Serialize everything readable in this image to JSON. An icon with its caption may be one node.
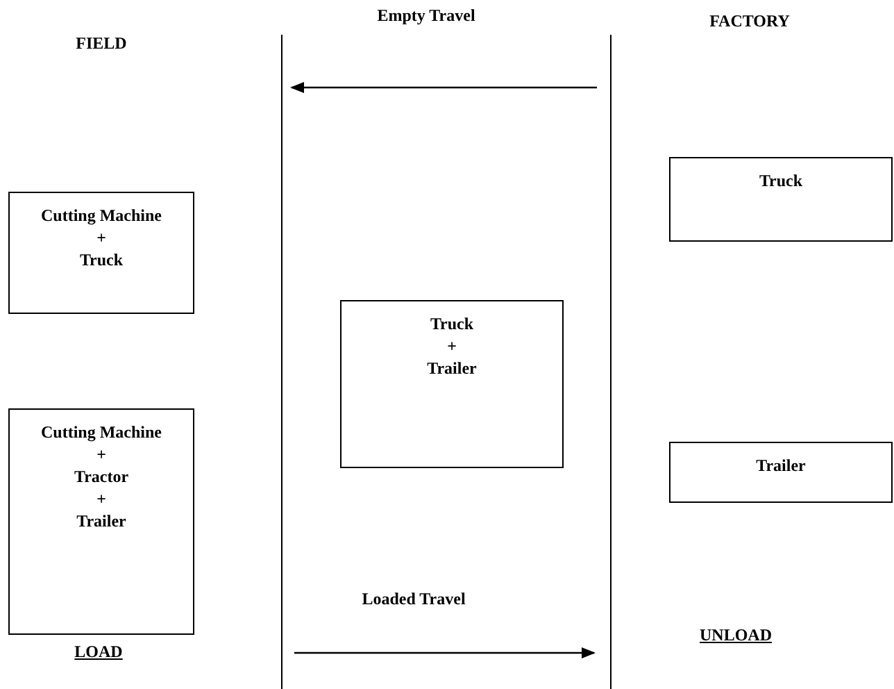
{
  "diagram": {
    "nodes": [
      {
        "text": [
          "Cutting Machine + Truck"
        ]
      },
      {
        "text": [
          "Cutting Machine + Tractor + Trailer"
        ]
      },
      {
        "text": [
          "Truck + Trailer"
        ]
      },
      {
        "text": [
          "Truck"
        ]
      },
      {
        "text": [
          "Trailer"
        ]
      }
    ],
    "labels": [
      "FIELD",
      "Empty Travel",
      "FACTORY",
      "Loaded Travel",
      "LOAD",
      "UNLOAD"
    ]
  }
}
